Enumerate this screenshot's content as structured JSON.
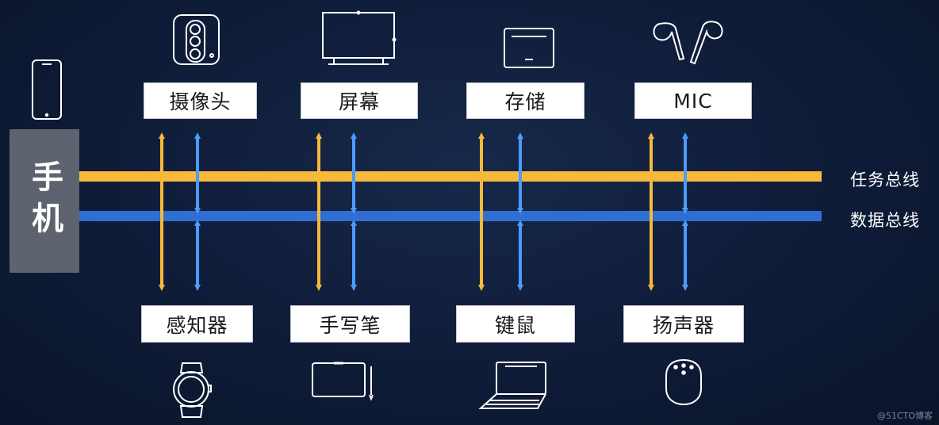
{
  "phone": {
    "label": "手机",
    "icon": "phone-icon"
  },
  "buses": {
    "task": {
      "label": "任务总线",
      "color": "#f6b93b"
    },
    "data": {
      "label": "数据总线",
      "color": "#2f6fd1"
    }
  },
  "colors": {
    "arrow_task": "#f6b93b",
    "arrow_data": "#4a9cff",
    "device_stroke": "#ffffff"
  },
  "top_devices": [
    {
      "label": "摄像头",
      "icon": "camera-icon"
    },
    {
      "label": "屏幕",
      "icon": "monitor-icon"
    },
    {
      "label": "存储",
      "icon": "storage-icon"
    },
    {
      "label": "MIC",
      "icon": "earbuds-icon"
    }
  ],
  "bottom_devices": [
    {
      "label": "感知器",
      "icon": "smartwatch-icon"
    },
    {
      "label": "手写笔",
      "icon": "tablet-pen-icon"
    },
    {
      "label": "键鼠",
      "icon": "keyboard-icon"
    },
    {
      "label": "扬声器",
      "icon": "speaker-icon"
    }
  ],
  "watermark": "@51CTO博客"
}
